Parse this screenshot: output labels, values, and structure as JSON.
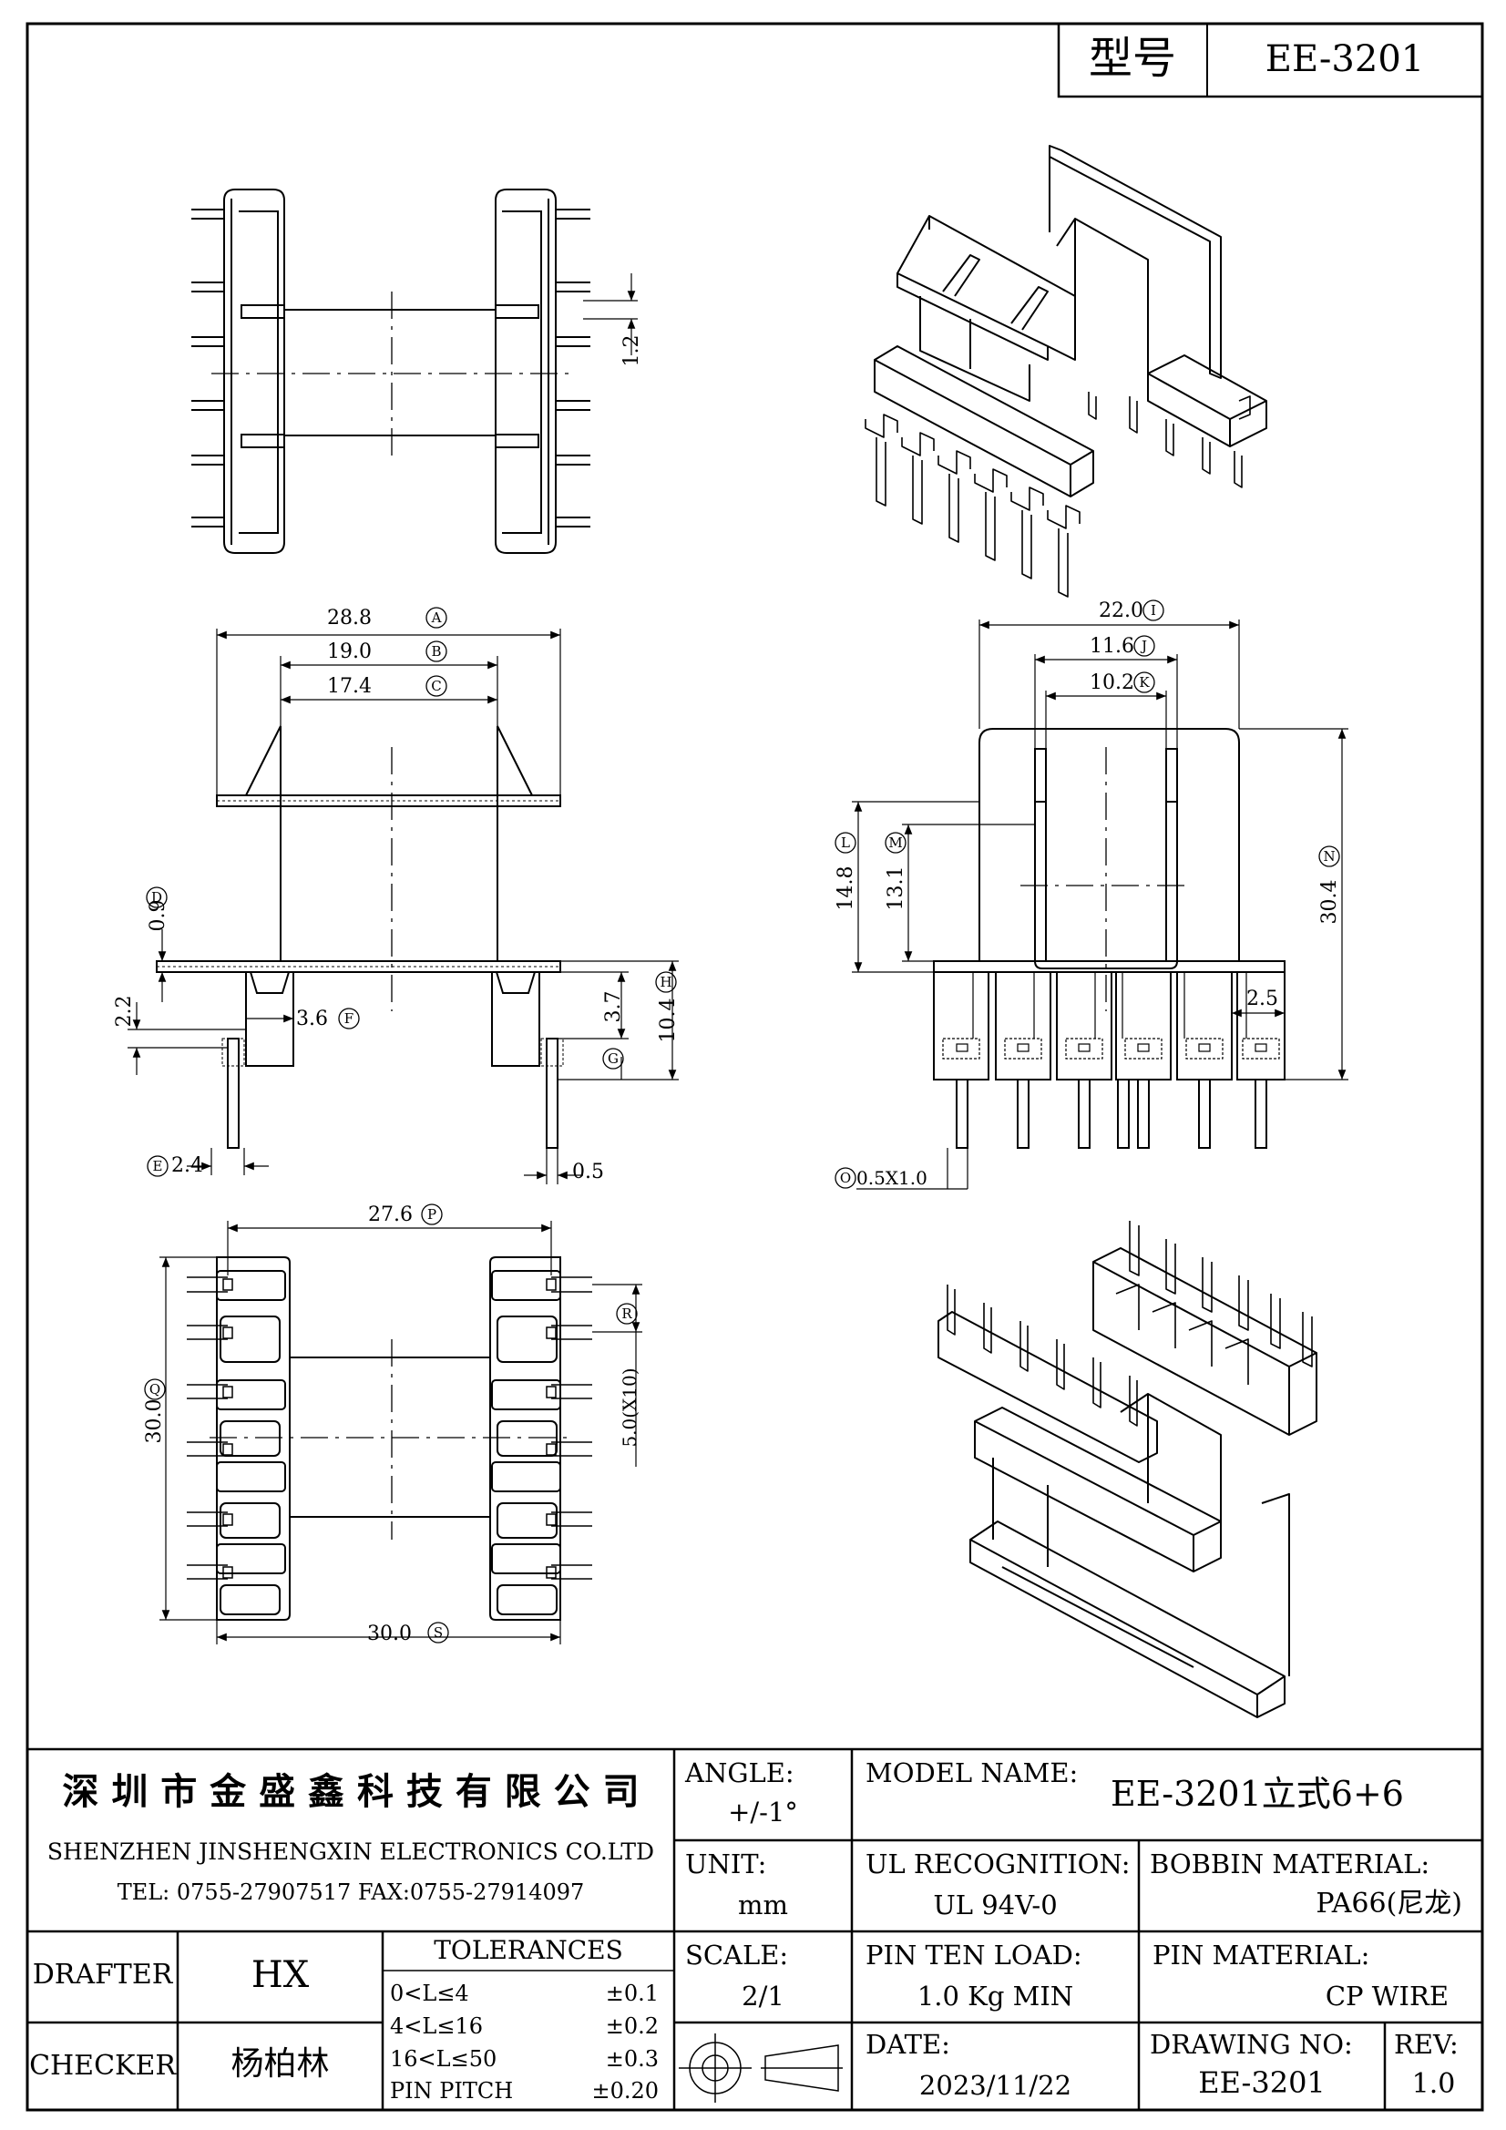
{
  "header": {
    "model_label": "型号",
    "model_value": "EE-3201"
  },
  "dimensions": {
    "A": "28.8",
    "B": "19.0",
    "C": "17.4",
    "D": "0.9",
    "E": "2.4",
    "F": "3.6",
    "G": "3.7",
    "H": "10.4",
    "I": "22.0",
    "J": "11.6",
    "K": "10.2",
    "L": "14.8",
    "M": "13.1",
    "N": "30.4",
    "O": "0.5X1.0",
    "P": "27.6",
    "Q": "30.0",
    "R": "5.0(X10)",
    "S": "30.0",
    "top_1_2": "1.2",
    "side_2_2": "2.2",
    "pin_0_5": "0.5",
    "pitch_2_5": "2.5"
  },
  "circle_letters": {
    "A": "A",
    "B": "B",
    "C": "C",
    "D": "D",
    "E": "E",
    "F": "F",
    "G": "G",
    "H": "H",
    "I": "I",
    "J": "J",
    "K": "K",
    "L": "L",
    "M": "M",
    "N": "N",
    "O": "O",
    "P": "P",
    "Q": "Q",
    "R": "R",
    "S": "S"
  },
  "company": {
    "name_cn": "深 圳 市 金 盛 鑫 科 技 有 限 公 司",
    "name_en": "SHENZHEN JINSHENGXIN ELECTRONICS CO.LTD",
    "contact": "TEL: 0755-27907517   FAX:0755-27914097"
  },
  "angle": {
    "label": "ANGLE:",
    "value": "+/-1°"
  },
  "unit": {
    "label": "UNIT:",
    "value": "mm"
  },
  "scale": {
    "label": "SCALE:",
    "value": "2/1"
  },
  "model": {
    "label": "MODEL NAME:",
    "value": "EE-3201立式6+6"
  },
  "ul": {
    "label": "UL RECOGNITION:",
    "value": "UL 94V-0"
  },
  "bobbin": {
    "label": "BOBBIN MATERIAL:",
    "value": "PA66(尼龙)"
  },
  "pin_load": {
    "label": "PIN TEN LOAD:",
    "value": "1.0 Kg MIN"
  },
  "pin_material": {
    "label": "PIN MATERIAL:",
    "value": "CP WIRE"
  },
  "date": {
    "label": "DATE:",
    "value": "2023/11/22"
  },
  "drawing_no": {
    "label": "DRAWING NO:",
    "value": "EE-3201"
  },
  "rev": {
    "label": "REV:",
    "value": "1.0"
  },
  "drafter": {
    "label": "DRAFTER",
    "value": "HX"
  },
  "checker": {
    "label": "CHECKER",
    "value": "杨柏林"
  },
  "tolerances": {
    "title": "TOLERANCES",
    "rows": [
      {
        "range": "0<L≤4",
        "value": "±0.1"
      },
      {
        "range": "4<L≤16",
        "value": "±0.2"
      },
      {
        "range": "16<L≤50",
        "value": "±0.3"
      },
      {
        "range": "PIN PITCH",
        "value": "±0.20"
      }
    ]
  }
}
